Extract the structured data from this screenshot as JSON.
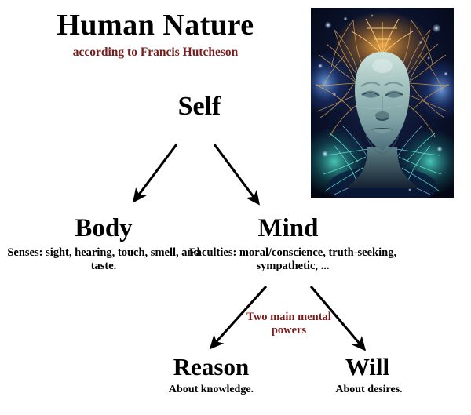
{
  "title": "Human Nature",
  "subtitle": "according to Francis Hutcheson",
  "nodes": {
    "self": {
      "label": "Self"
    },
    "body": {
      "label": "Body",
      "description": "Senses: sight, hearing, touch, smell, and taste."
    },
    "mind": {
      "label": "Mind",
      "description": "Faculties: moral/conscience, truth-seeking, sympathetic, ..."
    },
    "reason": {
      "label": "Reason",
      "description": "About knowledge."
    },
    "will": {
      "label": "Will",
      "description": "About desires."
    }
  },
  "annotations": {
    "two_main_mental_powers": "Two main mental powers"
  },
  "artwork": {
    "name": "cosmic-neural-face-artwork",
    "description": "Serene face with closed eyes surrounded by glowing neural filaments against a starry cosmic background"
  },
  "colors": {
    "text": "#000000",
    "accent_maroon": "#7b1c1c",
    "background": "#ffffff",
    "arrow": "#000000"
  }
}
